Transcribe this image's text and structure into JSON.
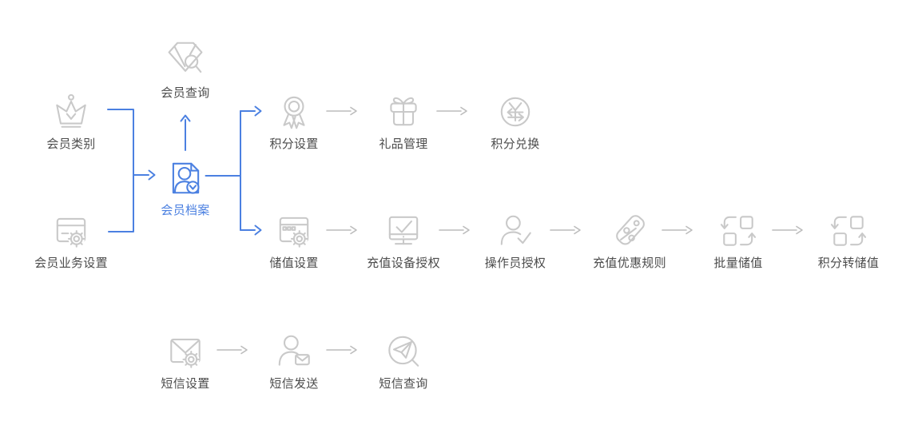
{
  "diagram": {
    "name": "membership-feature-flow",
    "rows": 4
  },
  "colors": {
    "accent_blue": "#4b80e1",
    "icon_gray": "#c9c9c9",
    "label_gray": "#4c4c4c",
    "arrow_gray": "#bcbcbc"
  },
  "nodes": {
    "member_query": {
      "label": "会员查询",
      "icon": "diamond-search-icon",
      "highlighted": false
    },
    "member_category": {
      "label": "会员类别",
      "icon": "crown-icon",
      "highlighted": false
    },
    "member_business_settings": {
      "label": "会员业务设置",
      "icon": "window-gear-icon",
      "highlighted": false
    },
    "member_profile": {
      "label": "会员档案",
      "icon": "profile-doc-icon",
      "highlighted": true
    },
    "points_settings": {
      "label": "积分设置",
      "icon": "medal-icon",
      "highlighted": false
    },
    "gift_management": {
      "label": "礼品管理",
      "icon": "gift-icon",
      "highlighted": false
    },
    "points_exchange": {
      "label": "积分兑换",
      "icon": "currency-exchange-icon",
      "highlighted": false
    },
    "stored_value_settings": {
      "label": "储值设置",
      "icon": "browser-gear-icon",
      "highlighted": false
    },
    "recharge_device_auth": {
      "label": "充值设备授权",
      "icon": "monitor-check-icon",
      "highlighted": false
    },
    "operator_auth": {
      "label": "操作员授权",
      "icon": "person-check-icon",
      "highlighted": false
    },
    "recharge_discount_rules": {
      "label": "充值优惠规则",
      "icon": "tag-percent-icon",
      "highlighted": false
    },
    "batch_stored_value": {
      "label": "批量储值",
      "icon": "batch-transfer-icon",
      "highlighted": false
    },
    "points_to_stored_value": {
      "label": "积分转储值",
      "icon": "batch-transfer-icon",
      "highlighted": false
    },
    "sms_settings": {
      "label": "短信设置",
      "icon": "mail-gear-icon",
      "highlighted": false
    },
    "sms_send": {
      "label": "短信发送",
      "icon": "person-mail-icon",
      "highlighted": false
    },
    "sms_query": {
      "label": "短信查询",
      "icon": "plane-search-icon",
      "highlighted": false
    }
  },
  "edges": [
    {
      "from": "member_category",
      "to": "member_profile",
      "style": "blue"
    },
    {
      "from": "member_business_settings",
      "to": "member_profile",
      "style": "blue"
    },
    {
      "from": "member_profile",
      "to": "member_query",
      "style": "blue"
    },
    {
      "from": "member_profile",
      "to": "points_settings",
      "style": "blue"
    },
    {
      "from": "member_profile",
      "to": "stored_value_settings",
      "style": "blue"
    },
    {
      "from": "points_settings",
      "to": "gift_management",
      "style": "gray"
    },
    {
      "from": "gift_management",
      "to": "points_exchange",
      "style": "gray"
    },
    {
      "from": "stored_value_settings",
      "to": "recharge_device_auth",
      "style": "gray"
    },
    {
      "from": "recharge_device_auth",
      "to": "operator_auth",
      "style": "gray"
    },
    {
      "from": "operator_auth",
      "to": "recharge_discount_rules",
      "style": "gray"
    },
    {
      "from": "recharge_discount_rules",
      "to": "batch_stored_value",
      "style": "gray"
    },
    {
      "from": "batch_stored_value",
      "to": "points_to_stored_value",
      "style": "gray"
    },
    {
      "from": "sms_settings",
      "to": "sms_send",
      "style": "gray"
    },
    {
      "from": "sms_send",
      "to": "sms_query",
      "style": "gray"
    }
  ]
}
